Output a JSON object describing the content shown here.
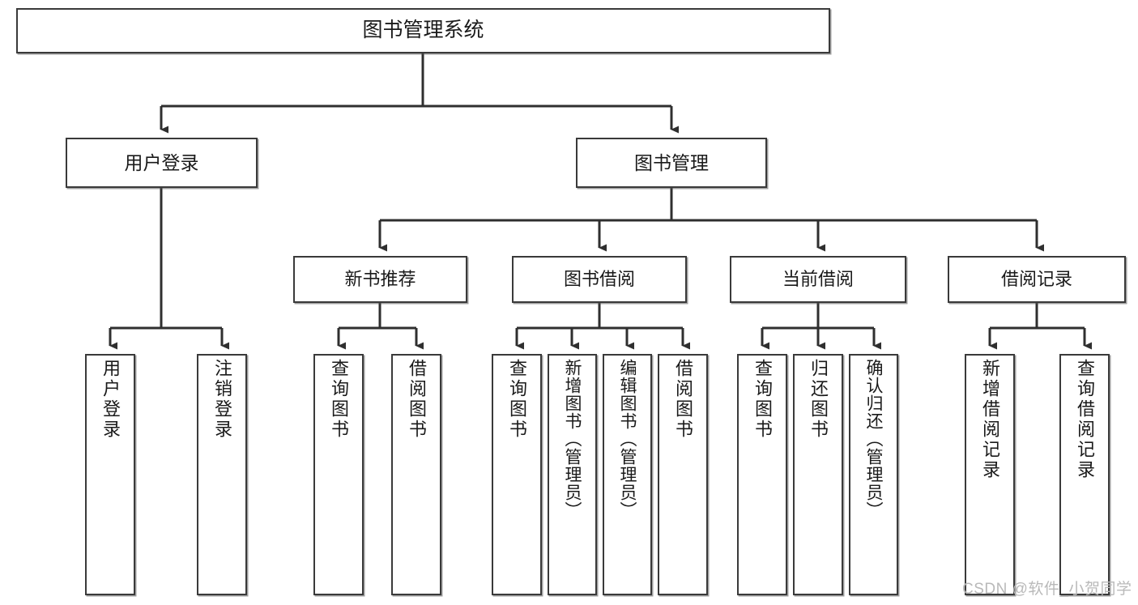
{
  "diagram": {
    "title": "图书管理系统",
    "watermark": "CSDN @软件_小贺同学",
    "colors": {
      "box_border": "#3a3a3a",
      "box_fill": "#ffffff",
      "connector": "#2f2f2f",
      "text": "#1a1a1a",
      "watermark": "#b9b9b9"
    },
    "levels": {
      "root": {
        "label": "图书管理系统"
      },
      "level2": [
        {
          "label": "用户登录"
        },
        {
          "label": "图书管理"
        }
      ],
      "level3": [
        {
          "label": "新书推荐"
        },
        {
          "label": "图书借阅"
        },
        {
          "label": "当前借阅"
        },
        {
          "label": "借阅记录"
        }
      ],
      "leaves": [
        {
          "label": "用户登录",
          "parent": "用户登录"
        },
        {
          "label": "注销登录",
          "parent": "用户登录"
        },
        {
          "label": "查询图书",
          "parent": "新书推荐"
        },
        {
          "label": "借阅图书",
          "parent": "新书推荐"
        },
        {
          "label": "查询图书",
          "parent": "图书借阅"
        },
        {
          "label": "新增图书（管理员）",
          "parent": "图书借阅"
        },
        {
          "label": "编辑图书（管理员）",
          "parent": "图书借阅"
        },
        {
          "label": "借阅图书",
          "parent": "图书借阅"
        },
        {
          "label": "查询图书",
          "parent": "当前借阅"
        },
        {
          "label": "归还图书",
          "parent": "当前借阅"
        },
        {
          "label": "确认归还（管理员）",
          "parent": "当前借阅"
        },
        {
          "label": "新增借阅记录",
          "parent": "借阅记录"
        },
        {
          "label": "查询借阅记录",
          "parent": "借阅记录"
        }
      ]
    }
  }
}
